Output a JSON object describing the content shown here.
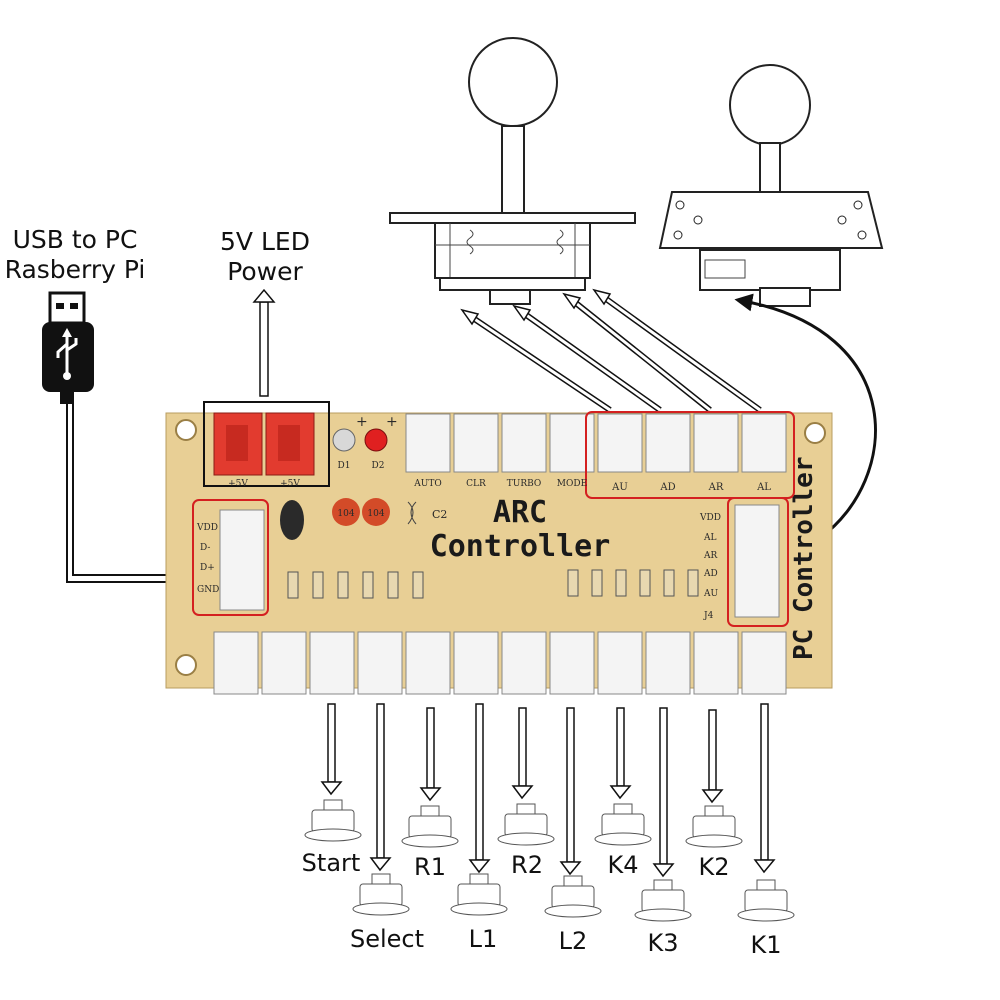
{
  "labels": {
    "usb_line1": "USB to PC",
    "usb_line2": "Rasberry Pi",
    "led_line1": "5V LED",
    "led_line2": "Power"
  },
  "board": {
    "title_line1": "ARC",
    "title_line2": "Controller",
    "side_text": "PC Controller",
    "usb_pins": [
      "VDD",
      "D-",
      "D+",
      "GND"
    ],
    "joy_pins": [
      "VDD",
      "AL",
      "AR",
      "AD",
      "AU"
    ],
    "j4": "J4",
    "top_connectors": [
      "AUTO",
      "CLR",
      "TURBO",
      "MODE",
      "AU",
      "AD",
      "AR",
      "AL"
    ],
    "led_power": [
      "+5V",
      "+5V"
    ],
    "diodes": [
      "D1",
      "D2"
    ],
    "cap": "C2",
    "cap_values": [
      "104",
      "104"
    ],
    "plus": "+"
  },
  "buttons": [
    "Start",
    "Select",
    "R1",
    "L1",
    "R2",
    "L2",
    "K4",
    "K3",
    "K2",
    "K1"
  ],
  "colors": {
    "board": "#e8cf95",
    "connector": "#f4f4f4",
    "red_connector": "#e23b2f",
    "highlight": "#d42020",
    "wire": "#111111"
  }
}
